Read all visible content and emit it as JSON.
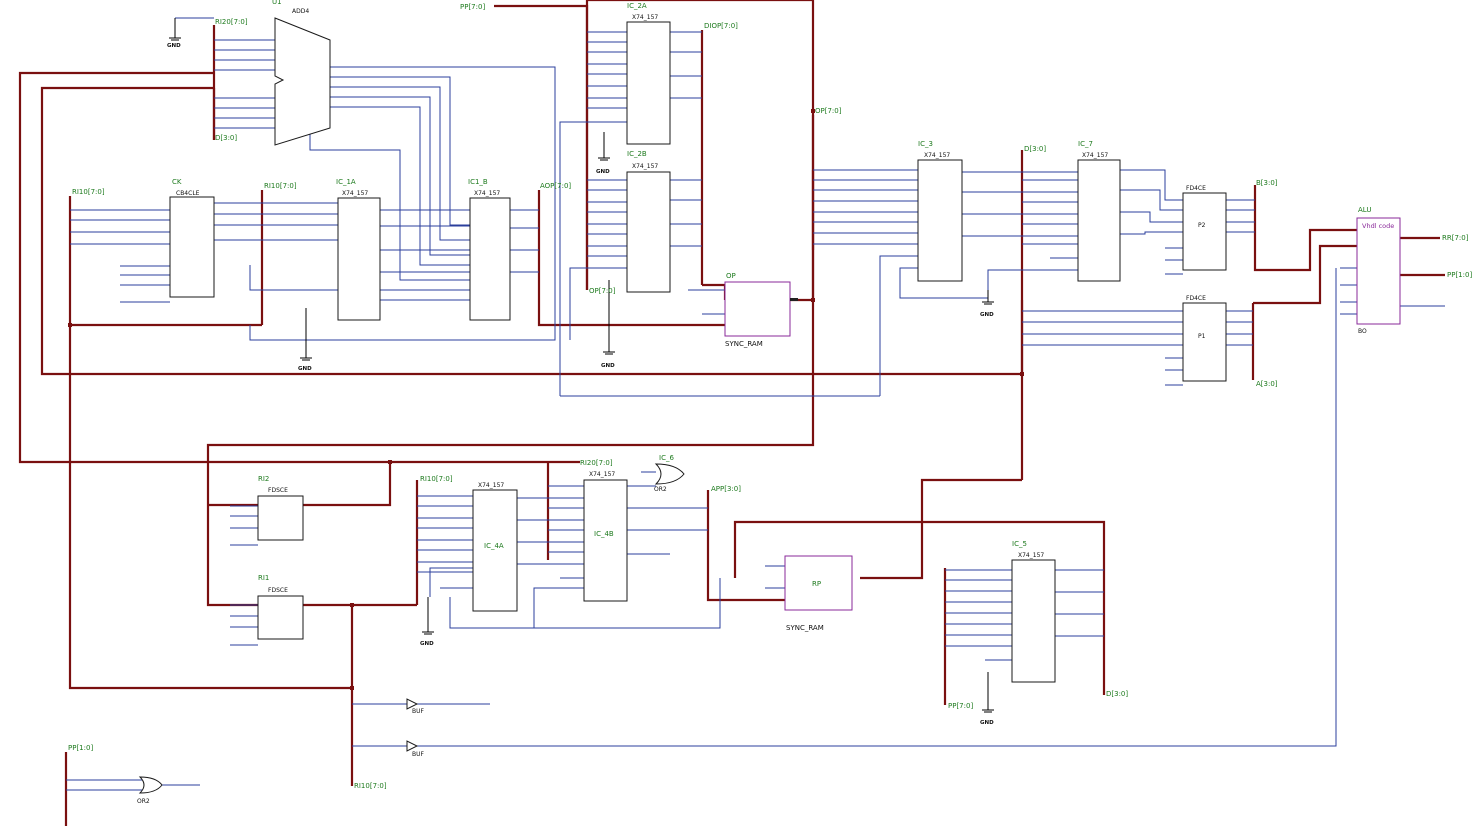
{
  "schematic": {
    "net_labels": [
      "PP[7:0]",
      "RI20[7:0]",
      "D[3:0]",
      "RI10[7:0]",
      "AOP[7:0]",
      "DIOP[7:0]",
      "OP[7:0]",
      "OP[7:0]",
      "D[3:0]",
      "B[3:0]",
      "A[3:0]",
      "RR[7:0]",
      "PP[1:0]",
      "RI10[7:0]",
      "RI20[7:0]",
      "APP[3:0]",
      "PP[7:0]",
      "D[3:0]",
      "RI10[7:0]",
      "PP[1:0]"
    ],
    "instances": [
      "U1",
      "ADD4",
      "CK",
      "CB4CLE",
      "IC_1A",
      "X74_157",
      "IC1_B",
      "X74_157",
      "IC_2A",
      "X74_157",
      "IC_2B",
      "X74_157",
      "OP",
      "SYNC_RAM",
      "IC_3",
      "X74_157",
      "IC_7",
      "X74_157",
      "FD4CE",
      "P2",
      "FD4CE",
      "P1",
      "ALU",
      "Vhdl code",
      "RI2",
      "FDSCE",
      "RI1",
      "FDSCE",
      "IC_4A",
      "X74_157",
      "IC_4B",
      "X74_157",
      "IC_6",
      "OR2",
      "RP",
      "SYNC_RAM",
      "IC_5",
      "X74_157",
      "BUF",
      "BUF",
      "OR2",
      "GND",
      "BO"
    ]
  }
}
